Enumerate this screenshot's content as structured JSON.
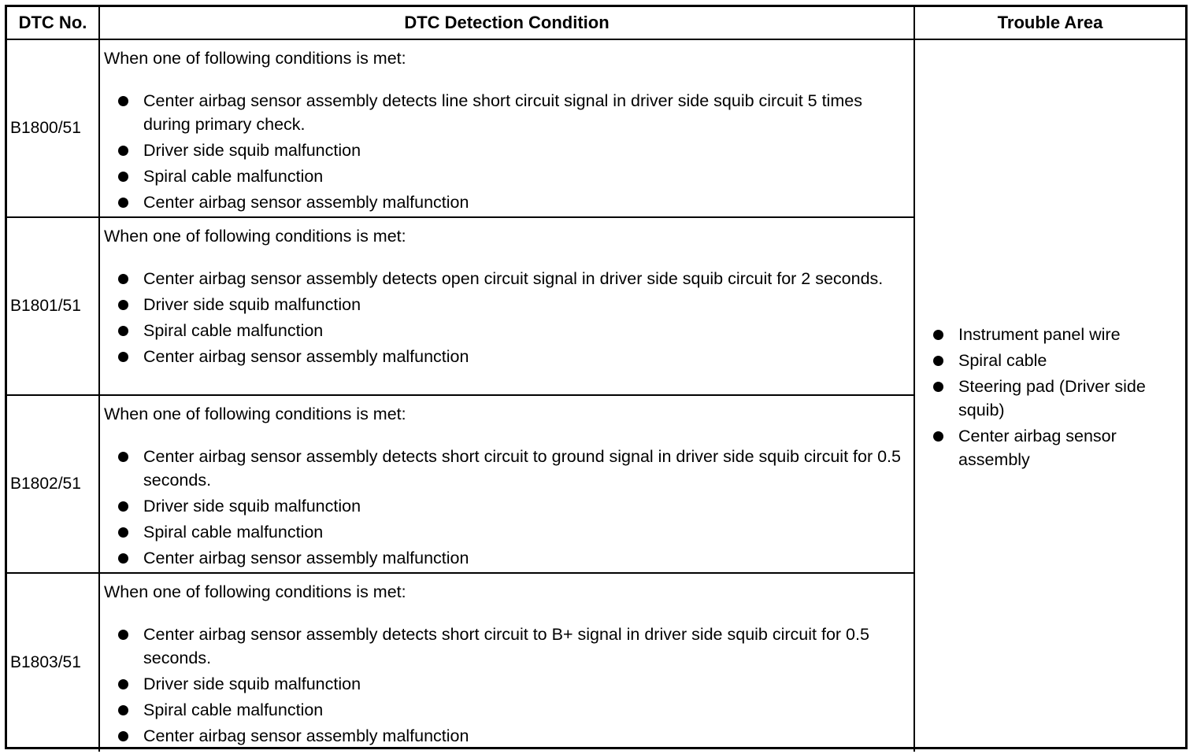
{
  "headers": {
    "dtc_no": "DTC No.",
    "condition": "DTC Detection Condition",
    "trouble_area": "Trouble Area"
  },
  "rows": [
    {
      "code": "B1800/51",
      "intro": "When one of following conditions is met:",
      "bullets": [
        "Center airbag sensor assembly detects line short circuit signal in driver side squib circuit 5 times during primary check.",
        "Driver side squib malfunction",
        "Spiral cable malfunction",
        "Center airbag sensor assembly malfunction"
      ]
    },
    {
      "code": "B1801/51",
      "intro": "When one of following conditions is met:",
      "bullets": [
        "Center airbag sensor assembly detects open circuit signal in driver side squib circuit for 2 seconds.",
        "Driver side squib malfunction",
        "Spiral cable malfunction",
        "Center airbag sensor assembly malfunction"
      ]
    },
    {
      "code": "B1802/51",
      "intro": "When one of following conditions is met:",
      "bullets": [
        "Center airbag sensor assembly detects short circuit to ground signal in driver side squib circuit for 0.5 seconds.",
        "Driver side squib malfunction",
        "Spiral cable malfunction",
        "Center airbag sensor assembly malfunction"
      ]
    },
    {
      "code": "B1803/51",
      "intro": "When one of following conditions is met:",
      "bullets": [
        "Center airbag sensor assembly detects short circuit to B+ signal in driver side squib circuit for 0.5 seconds.",
        "Driver side squib malfunction",
        "Spiral cable malfunction",
        "Center airbag sensor assembly malfunction"
      ]
    }
  ],
  "trouble_area": [
    "Instrument panel wire",
    "Spiral cable",
    "Steering pad (Driver side squib)",
    "Center airbag sensor assembly"
  ]
}
